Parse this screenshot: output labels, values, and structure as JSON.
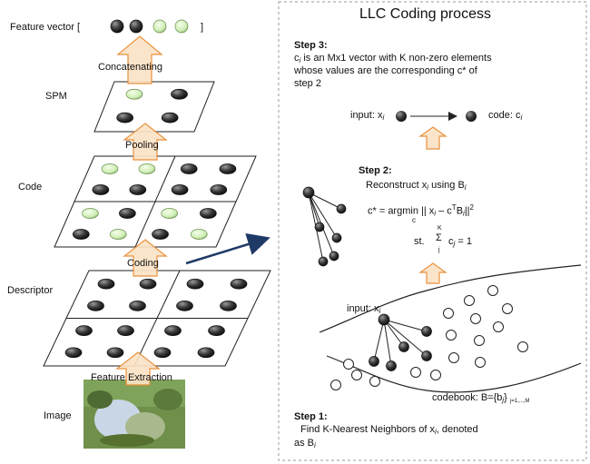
{
  "left": {
    "feature_vector_label": "Feature vector [",
    "feature_vector_close": "]",
    "spm_label": "SPM",
    "code_label": "Code",
    "descriptor_label": "Descriptor",
    "image_label": "Image",
    "arrow_labels": {
      "concatenating": "Concatenating",
      "pooling": "Pooling",
      "coding": "Coding",
      "feature_extraction": "Feature Extraction"
    }
  },
  "right": {
    "title": "LLC Coding process",
    "step3": {
      "heading": "Step 3:",
      "line1_var": "c",
      "line1_sub": "i",
      "line1_rest": " is an Mx1 vector with K non-zero elements",
      "line2": "whose values are the corresponding c* of",
      "line3": "step 2",
      "input_label": "input: x",
      "input_sub": "i",
      "code_label": "code: c",
      "code_sub": "i"
    },
    "step2": {
      "heading": "Step 2:",
      "reconstruct": "Reconstruct x",
      "reconstruct_sub": "i",
      "reconstruct_tail": " using B",
      "reconstruct_tail_sub": "i",
      "eq_lhs": "c* = argmin || x",
      "eq_sub": "i",
      "eq_mid": " – c",
      "eq_T": "T",
      "eq_B": "B",
      "eq_Bsub": "i",
      "eq_end": "||",
      "eq_sq": "2",
      "argmin_under": "c",
      "st": "st.",
      "sum": "Σ",
      "sum_top": "K",
      "sum_bottom": "j",
      "sum_rest": "c",
      "sum_rest_sub": "j",
      "sum_eq": "= 1"
    },
    "step1": {
      "heading": "Step 1:",
      "input_label": "input: x",
      "input_sub": "i",
      "codebook_label": "codebook: B={b",
      "codebook_sub": "j",
      "codebook_tail": "}",
      "codebook_range": "j=1,...,M",
      "desc_line1_a": "Find K-Nearest Neighbors of x",
      "desc_line1_sub": "i",
      "desc_line1_b": ", denoted",
      "desc_line2": "as B",
      "desc_line2_sub": "i"
    }
  },
  "colors": {
    "arrow_fill": "#fbe3c6",
    "arrow_stroke": "#e8892e",
    "green_dot": "#d6f2c0",
    "dark_dot": "#4a4a4a",
    "link_arrow": "#1f3a66",
    "dashed_border": "#999999"
  }
}
